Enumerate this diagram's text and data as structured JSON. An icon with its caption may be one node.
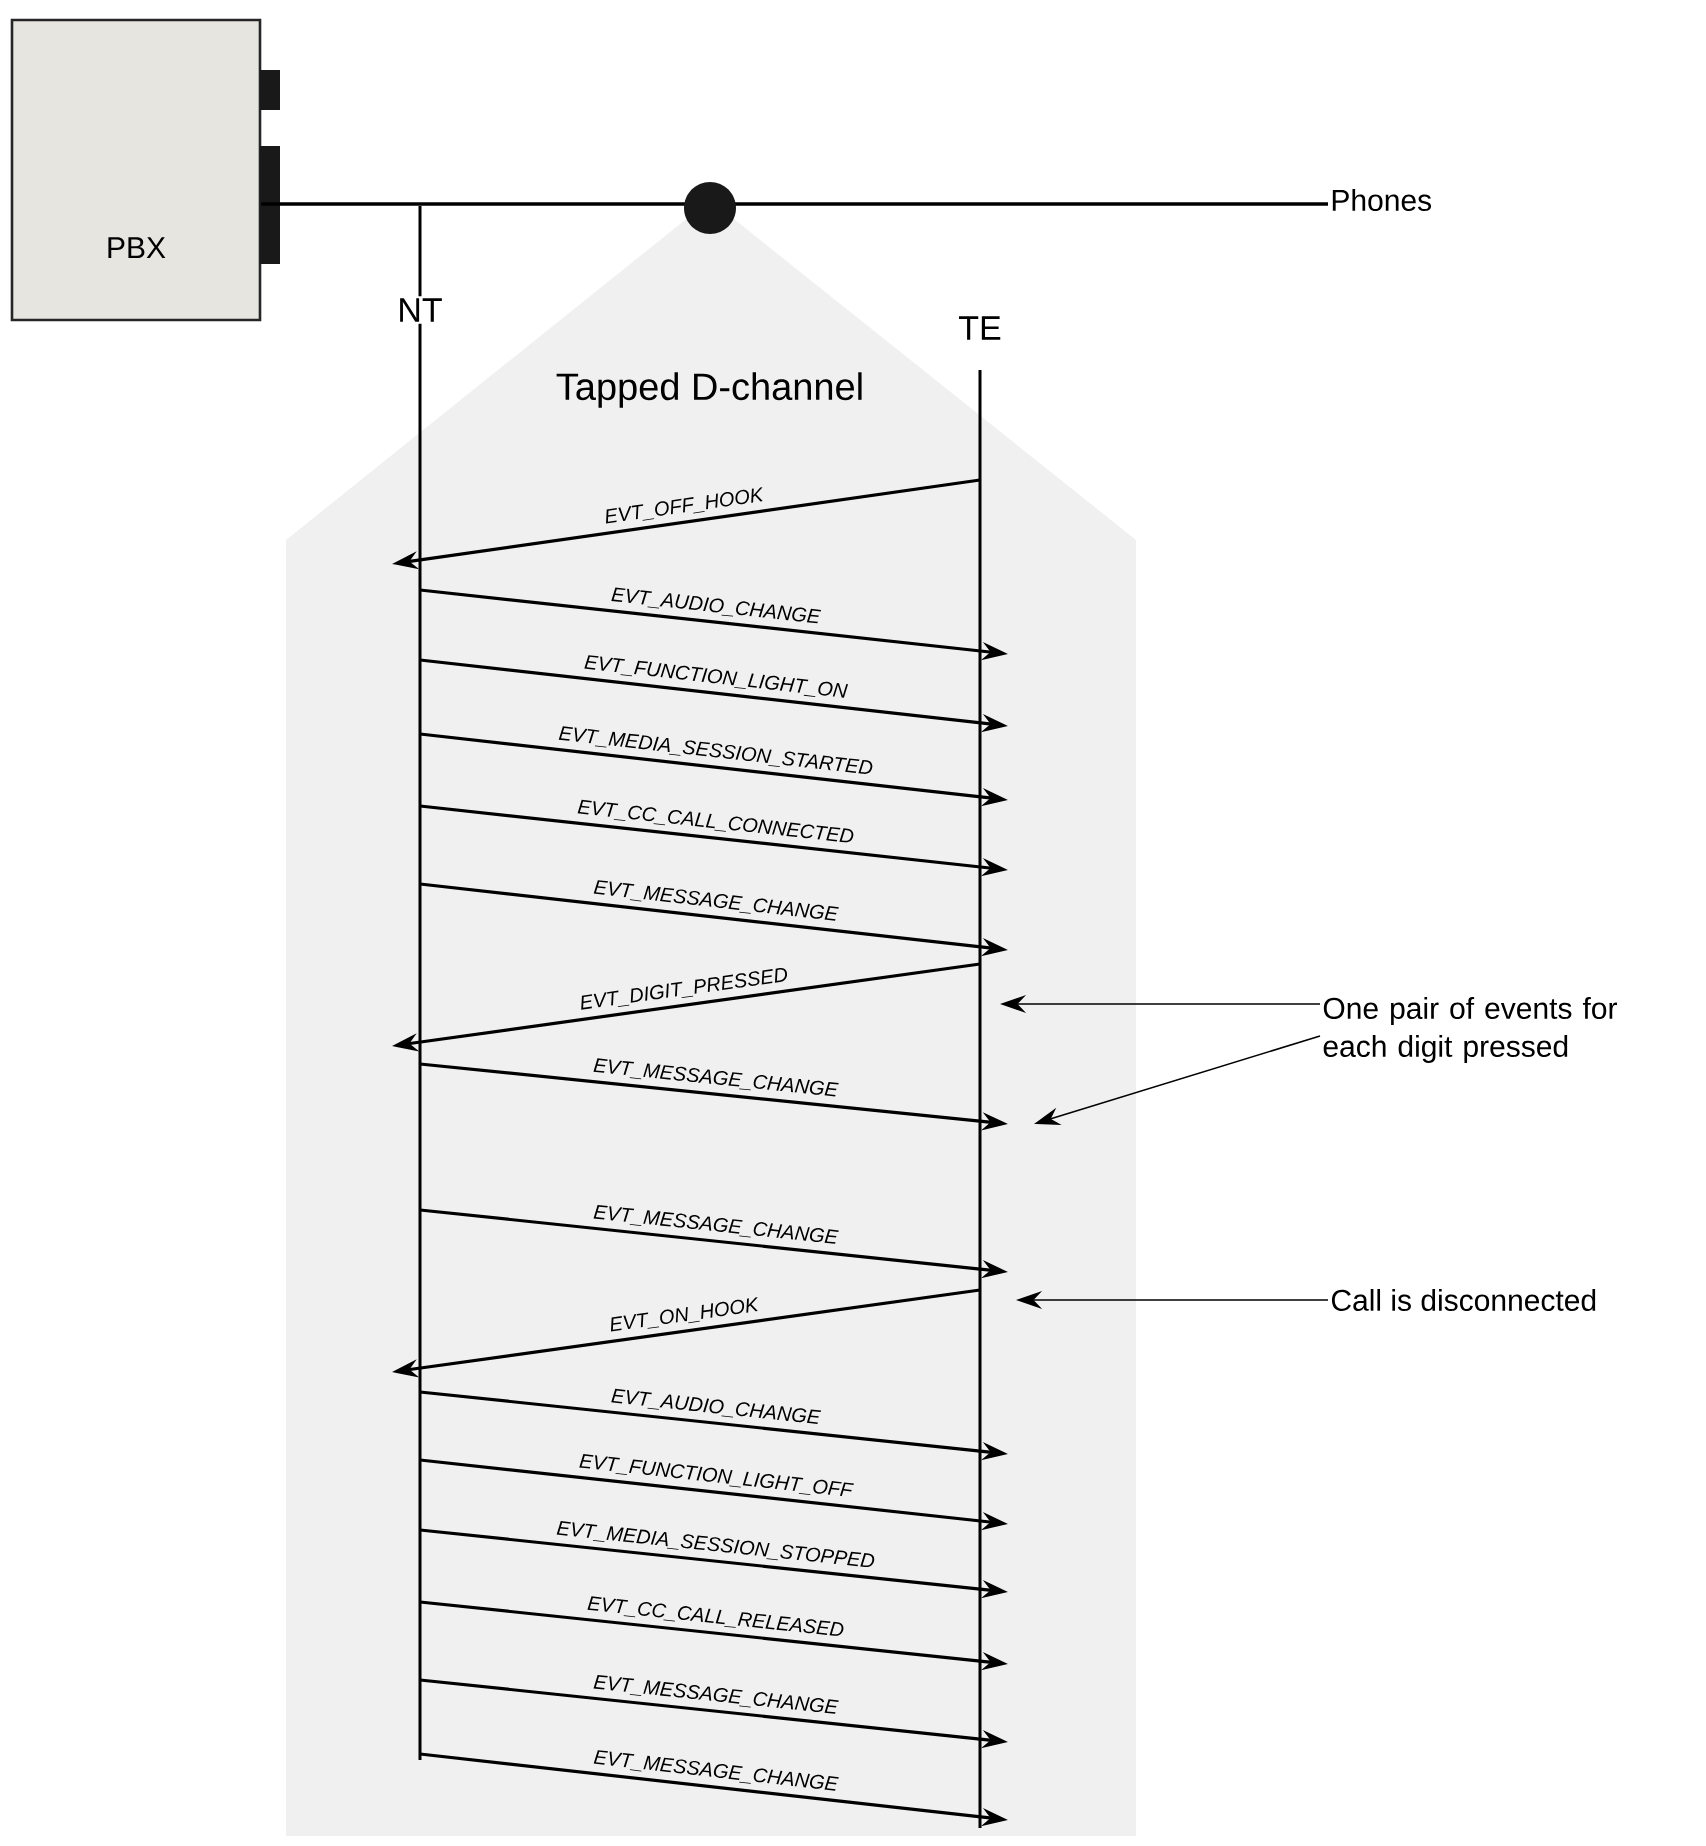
{
  "diagram": {
    "nodes": [
      {
        "text": [
          "PBX"
        ]
      },
      {
        "text": [
          "Phones"
        ]
      },
      {
        "text": [
          "NT"
        ]
      },
      {
        "text": [
          "TE"
        ]
      },
      {
        "text": [
          "One pair of events for each digit pressed"
        ]
      },
      {
        "text": [
          "Call is disconnected"
        ]
      }
    ],
    "edges": [
      {
        "from": 0,
        "to": 1,
        "arrow": "none"
      },
      {
        "from": 3,
        "to": 2,
        "arrow": "to",
        "label": "EVT_OFF_HOOK"
      },
      {
        "from": 2,
        "to": 3,
        "arrow": "to",
        "label": "EVT_AUDIO_CHANGE"
      },
      {
        "from": 2,
        "to": 3,
        "arrow": "to",
        "label": "EVT_FUNCTION_LIGHT_ON"
      },
      {
        "from": 2,
        "to": 3,
        "arrow": "to",
        "label": "EVT_MEDIA_SESSION_STARTED"
      },
      {
        "from": 2,
        "to": 3,
        "arrow": "to",
        "label": "EVT_CC_CALL_CONNECTED"
      },
      {
        "from": 2,
        "to": 3,
        "arrow": "to",
        "label": "EVT_MESSAGE_CHANGE"
      },
      {
        "from": 3,
        "to": 2,
        "arrow": "to",
        "label": "EVT_DIGIT_PRESSED"
      },
      {
        "from": 2,
        "to": 3,
        "arrow": "to",
        "label": "EVT_MESSAGE_CHANGE"
      },
      {
        "from": 2,
        "to": 3,
        "arrow": "to",
        "label": "EVT_MESSAGE_CHANGE"
      },
      {
        "from": 3,
        "to": 2,
        "arrow": "to",
        "label": "EVT_ON_HOOK"
      },
      {
        "from": 2,
        "to": 3,
        "arrow": "to",
        "label": "EVT_AUDIO_CHANGE"
      },
      {
        "from": 2,
        "to": 3,
        "arrow": "to",
        "label": "EVT_FUNCTION_LIGHT_OFF"
      },
      {
        "from": 2,
        "to": 3,
        "arrow": "to",
        "label": "EVT_MEDIA_SESSION_STOPPED"
      },
      {
        "from": 2,
        "to": 3,
        "arrow": "to",
        "label": "EVT_CC_CALL_RELEASED"
      },
      {
        "from": 2,
        "to": 3,
        "arrow": "to",
        "label": "EVT_MESSAGE_CHANGE"
      },
      {
        "from": 2,
        "to": 3,
        "arrow": "to",
        "label": "EVT_MESSAGE_CHANGE"
      },
      {
        "from": 4,
        "to": 3,
        "arrow": "to"
      },
      {
        "from": 4,
        "to": 3,
        "arrow": "to"
      },
      {
        "from": 5,
        "to": 3,
        "arrow": "to"
      }
    ],
    "labels": [
      "Tapped D-channel"
    ]
  }
}
